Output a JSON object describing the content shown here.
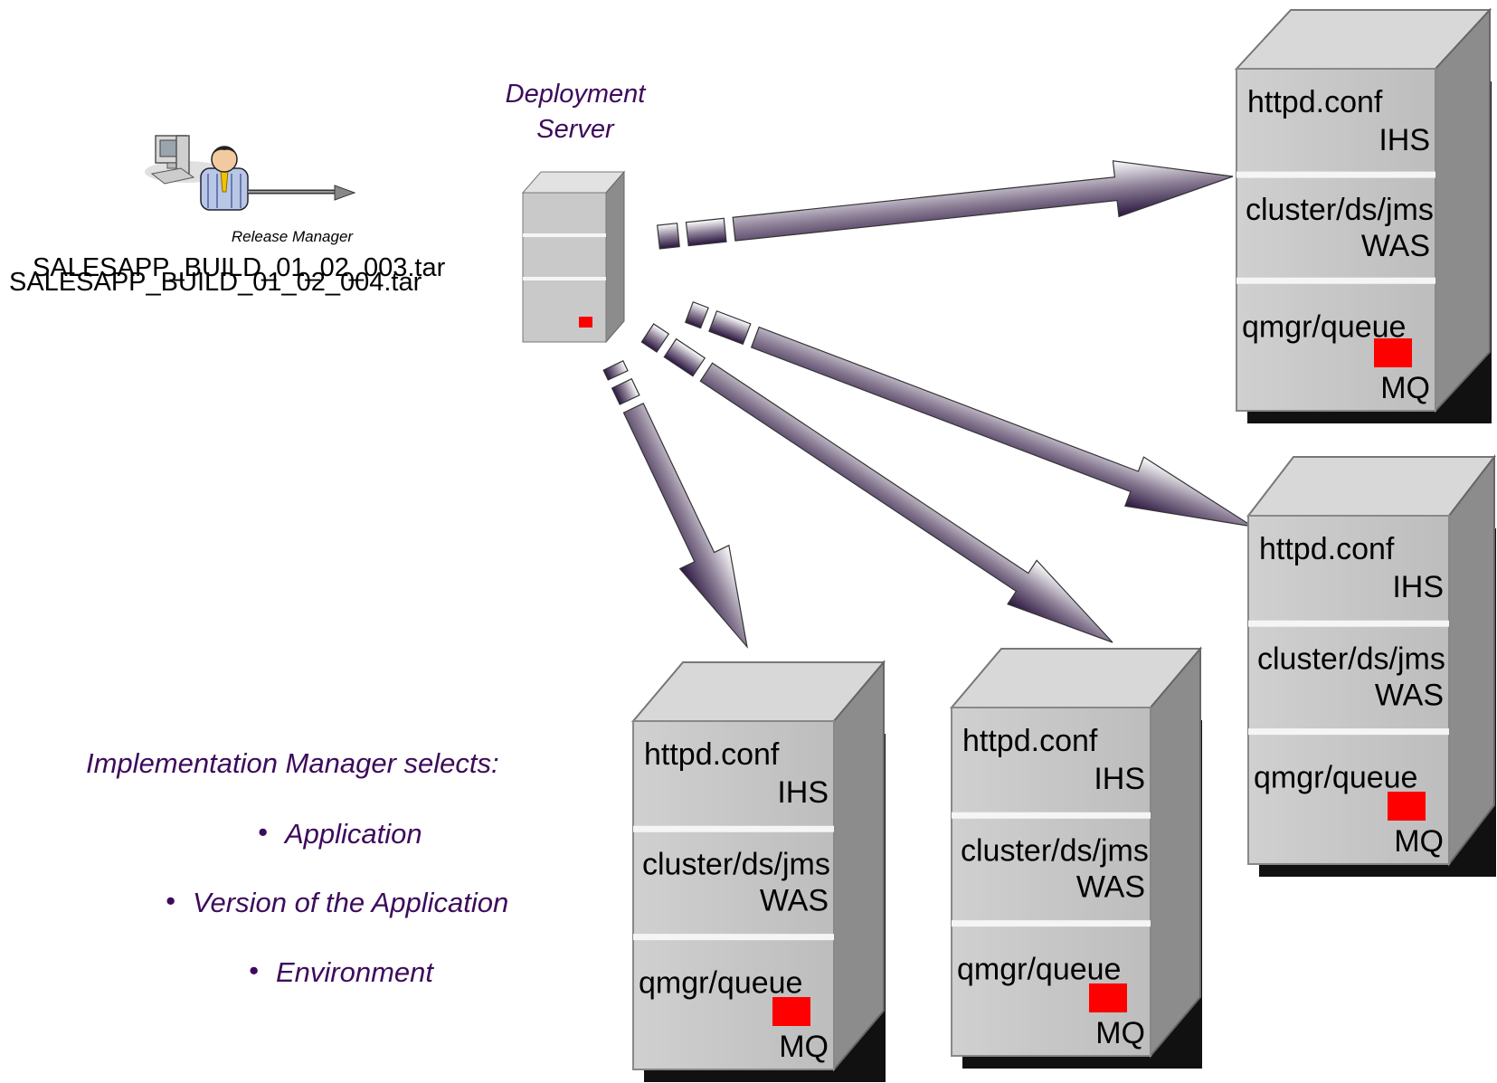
{
  "release_manager": {
    "label": "Release Manager",
    "filenames": [
      "SALESAPP_BUILD_01_02_003.tar",
      "SALESAPP_BUILD_01_02_004.tar"
    ]
  },
  "deployment_server": {
    "title_line1": "Deployment",
    "title_line2": "Server"
  },
  "implementation": {
    "heading": "Implementation Manager selects:",
    "bullet": "•",
    "items": [
      "Application",
      "Version of the Application",
      "Environment"
    ]
  },
  "servers": [
    {
      "ihs_file": "httpd.conf",
      "ihs": "IHS",
      "was_file": "cluster/ds/jms",
      "was": "WAS",
      "mq_file": "qmgr/queue",
      "mq": "MQ"
    },
    {
      "ihs_file": "httpd.conf",
      "ihs": "IHS",
      "was_file": "cluster/ds/jms",
      "was": "WAS",
      "mq_file": "qmgr/queue",
      "mq": "MQ"
    },
    {
      "ihs_file": "httpd.conf",
      "ihs": "IHS",
      "was_file": "cluster/ds/jms",
      "was": "WAS",
      "mq_file": "qmgr/queue",
      "mq": "MQ"
    },
    {
      "ihs_file": "httpd.conf",
      "ihs": "IHS",
      "was_file": "cluster/ds/jms",
      "was": "WAS",
      "mq_file": "qmgr/queue",
      "mq": "MQ"
    }
  ],
  "colors": {
    "accent_text": "#3d0a5c",
    "mq_indicator": "#ff0000",
    "server_face": "#c8c8c8",
    "server_side": "#8c8c8c"
  }
}
